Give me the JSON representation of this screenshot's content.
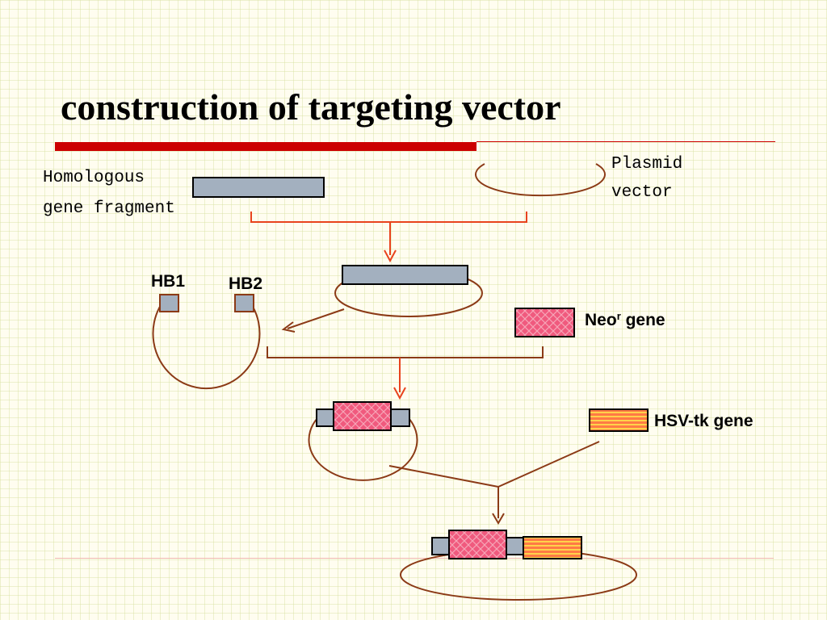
{
  "slide": {
    "title": "construction of targeting vector"
  },
  "labels": {
    "homologous_line1": "Homologous",
    "homologous_line2": "gene fragment",
    "plasmid_line1": "Plasmid",
    "plasmid_line2": "vector",
    "hb1": "HB1",
    "hb2": "HB2",
    "neo_main": "Neo",
    "neo_sup": "r",
    "neo_suffix": " gene",
    "hsv_tk": "HSV-tk gene"
  },
  "colors": {
    "title_bar": "#cc0000",
    "fragment_fill": "#a3b0bf",
    "plasmid_stroke": "#8b3a16",
    "connector": "#e8431d",
    "neo_fill": "#f05a7e",
    "neo_mesh": "#f7a6b8",
    "hsv_fill": "#ff7a45",
    "hsv_stripe": "#ffd24a"
  }
}
